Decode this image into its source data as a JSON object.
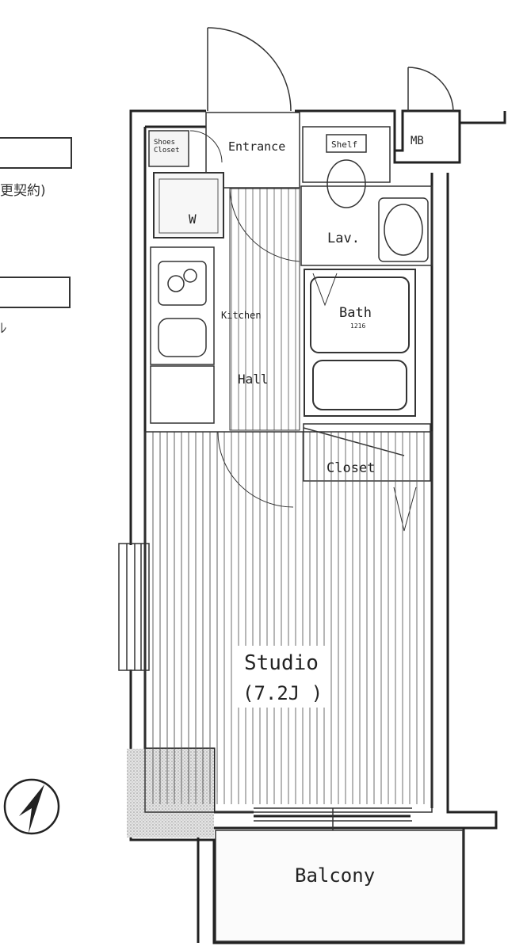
{
  "rooms": {
    "entrance": "Entrance",
    "shoe_closet": "Shoes\nCloset",
    "shelf": "Shelf",
    "mb": "MB",
    "wash_machine": "W",
    "lav": "Lav.",
    "bath": "Bath",
    "bath_sub": "1216",
    "kitchen": "Kitchen",
    "hall": "Hall",
    "closet": "Closet",
    "studio": "Studio",
    "studio_size": "(7.2J )",
    "balcony": "Balcony"
  },
  "side_notes": {
    "note_1": "更契約)",
    "note_2": "ﾚ"
  },
  "compass": {
    "icon": "north-arrow-icon"
  }
}
